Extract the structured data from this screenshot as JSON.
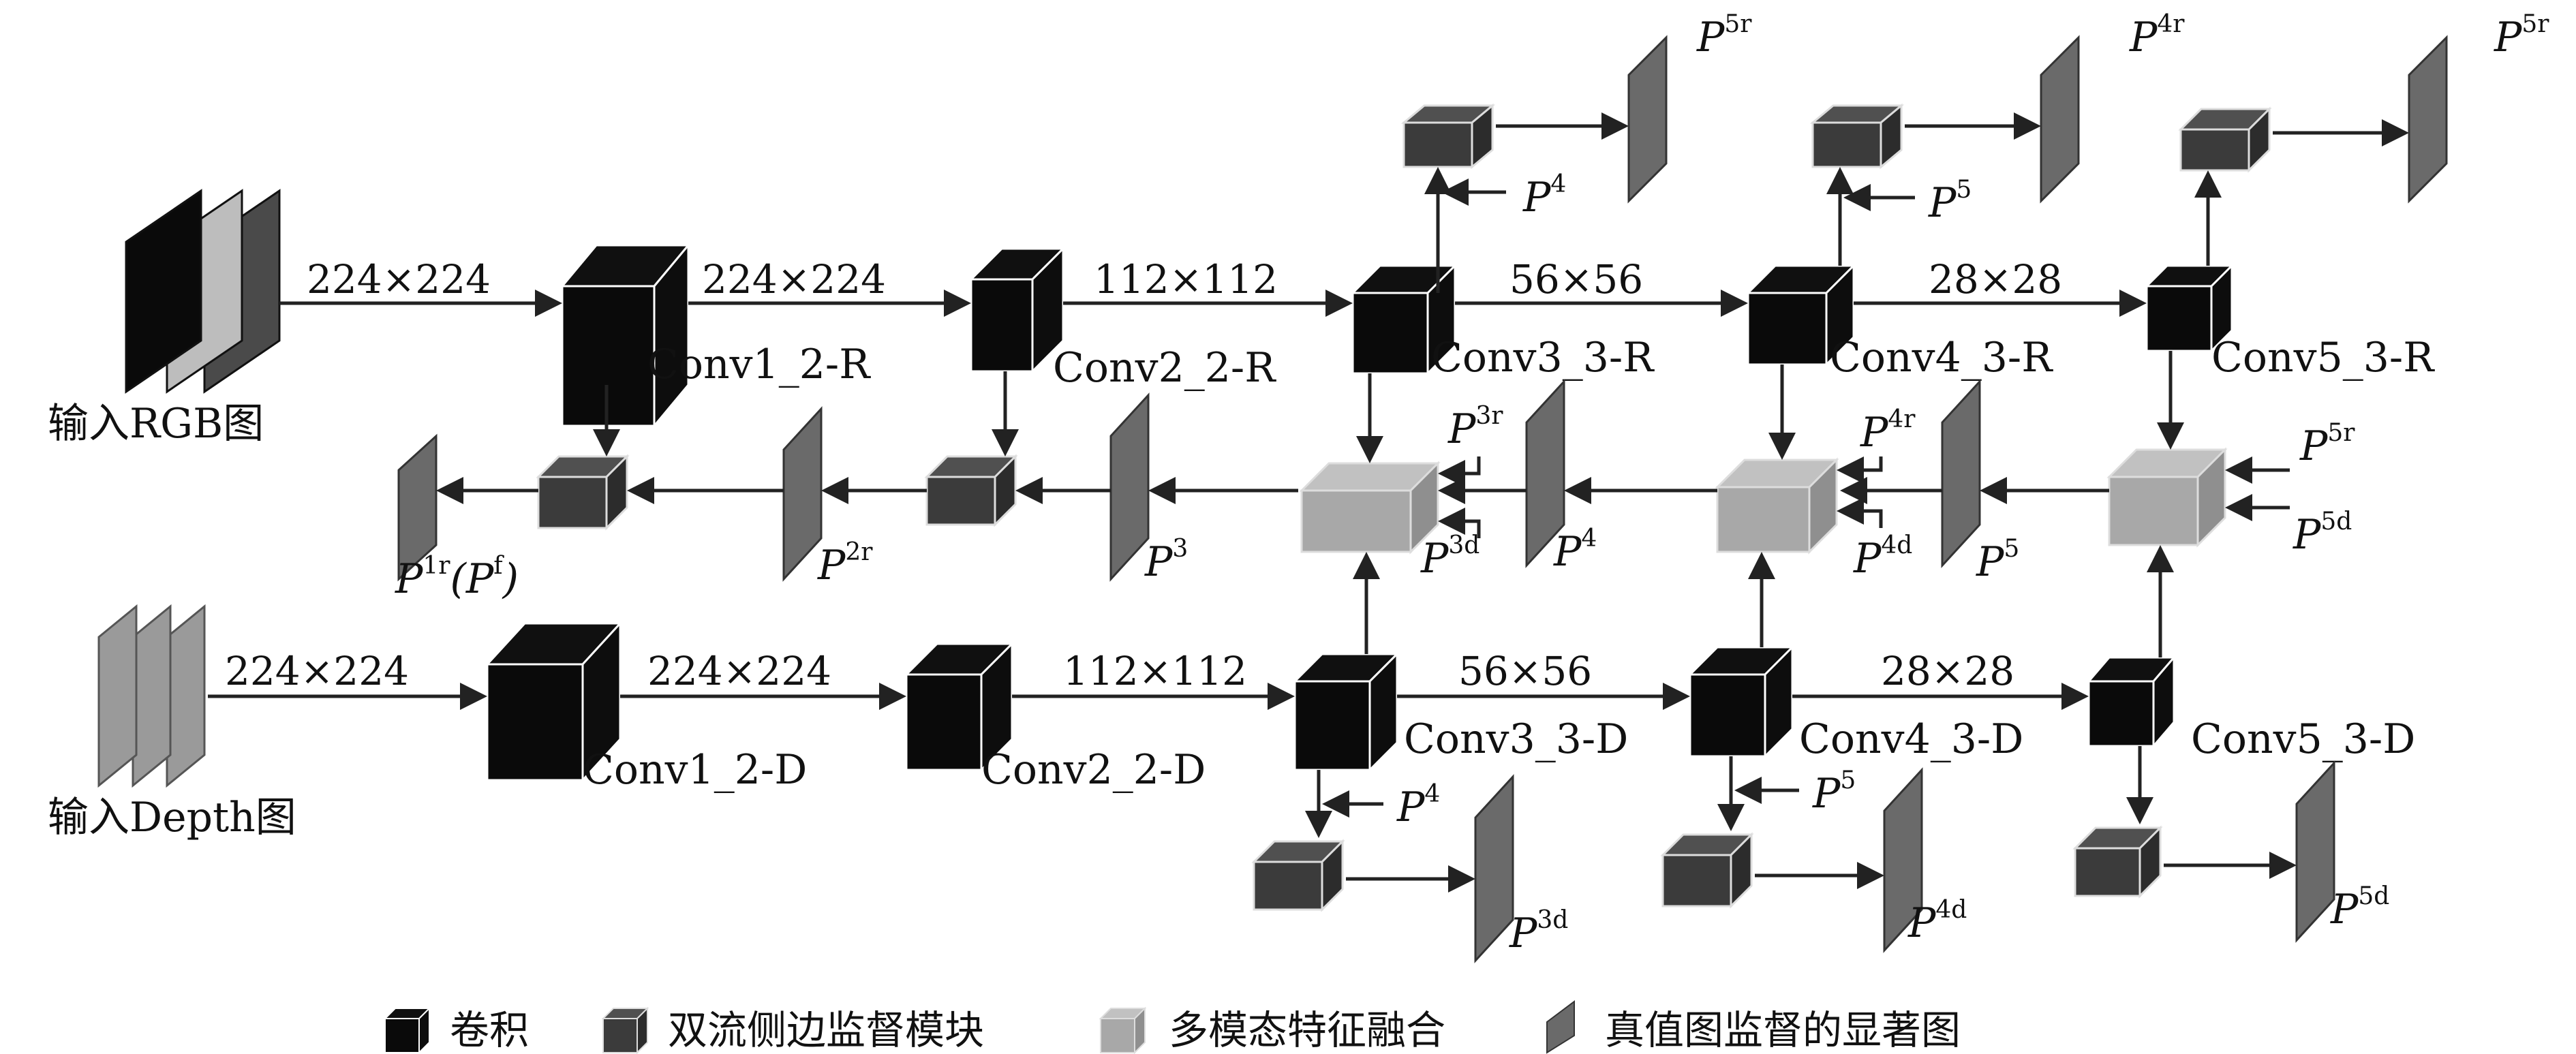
{
  "palette": {
    "conv": "#0a0a0a",
    "side": "#3b3b3b",
    "fuse": "#a8a8a8",
    "saliency": "#6a6a6a",
    "depth_input": "#9a9a9a",
    "rgb_input": [
      "#0a0a0a",
      "#bdbdbd",
      "#4a4a4a"
    ]
  },
  "inputs": {
    "rgb": "输入RGB图",
    "depth": "输入Depth图"
  },
  "dims": {
    "d224": "224×224",
    "d112": "112×112",
    "d56": "56×56",
    "d28": "28×28"
  },
  "blocks": {
    "conv1r": "Conv1_2-R",
    "conv2r": "Conv2_2-R",
    "conv3r": "Conv3_3-R",
    "conv4r": "Conv4_3-R",
    "conv5r": "Conv5_3-R",
    "conv1d": "Conv1_2-D",
    "conv2d": "Conv2_2-D",
    "conv3d": "Conv3_3-D",
    "conv4d": "Conv4_3-D",
    "conv5d": "Conv5_3-D"
  },
  "p": {
    "P": "P",
    "s1r": "1r",
    "s2r": "2r",
    "s3r": "3r",
    "s4r": "4r",
    "s5r": "5r",
    "s3d": "3d",
    "s4d": "4d",
    "s5d": "5d",
    "s3": "3",
    "s4": "4",
    "s5": "5",
    "sf": "f",
    "lp": "(",
    "rp": ")"
  },
  "legend": {
    "conv": "卷积",
    "side": "双流侧边监督模块",
    "fuse": "多模态特征融合",
    "saliency": "真值图监督的显著图"
  }
}
